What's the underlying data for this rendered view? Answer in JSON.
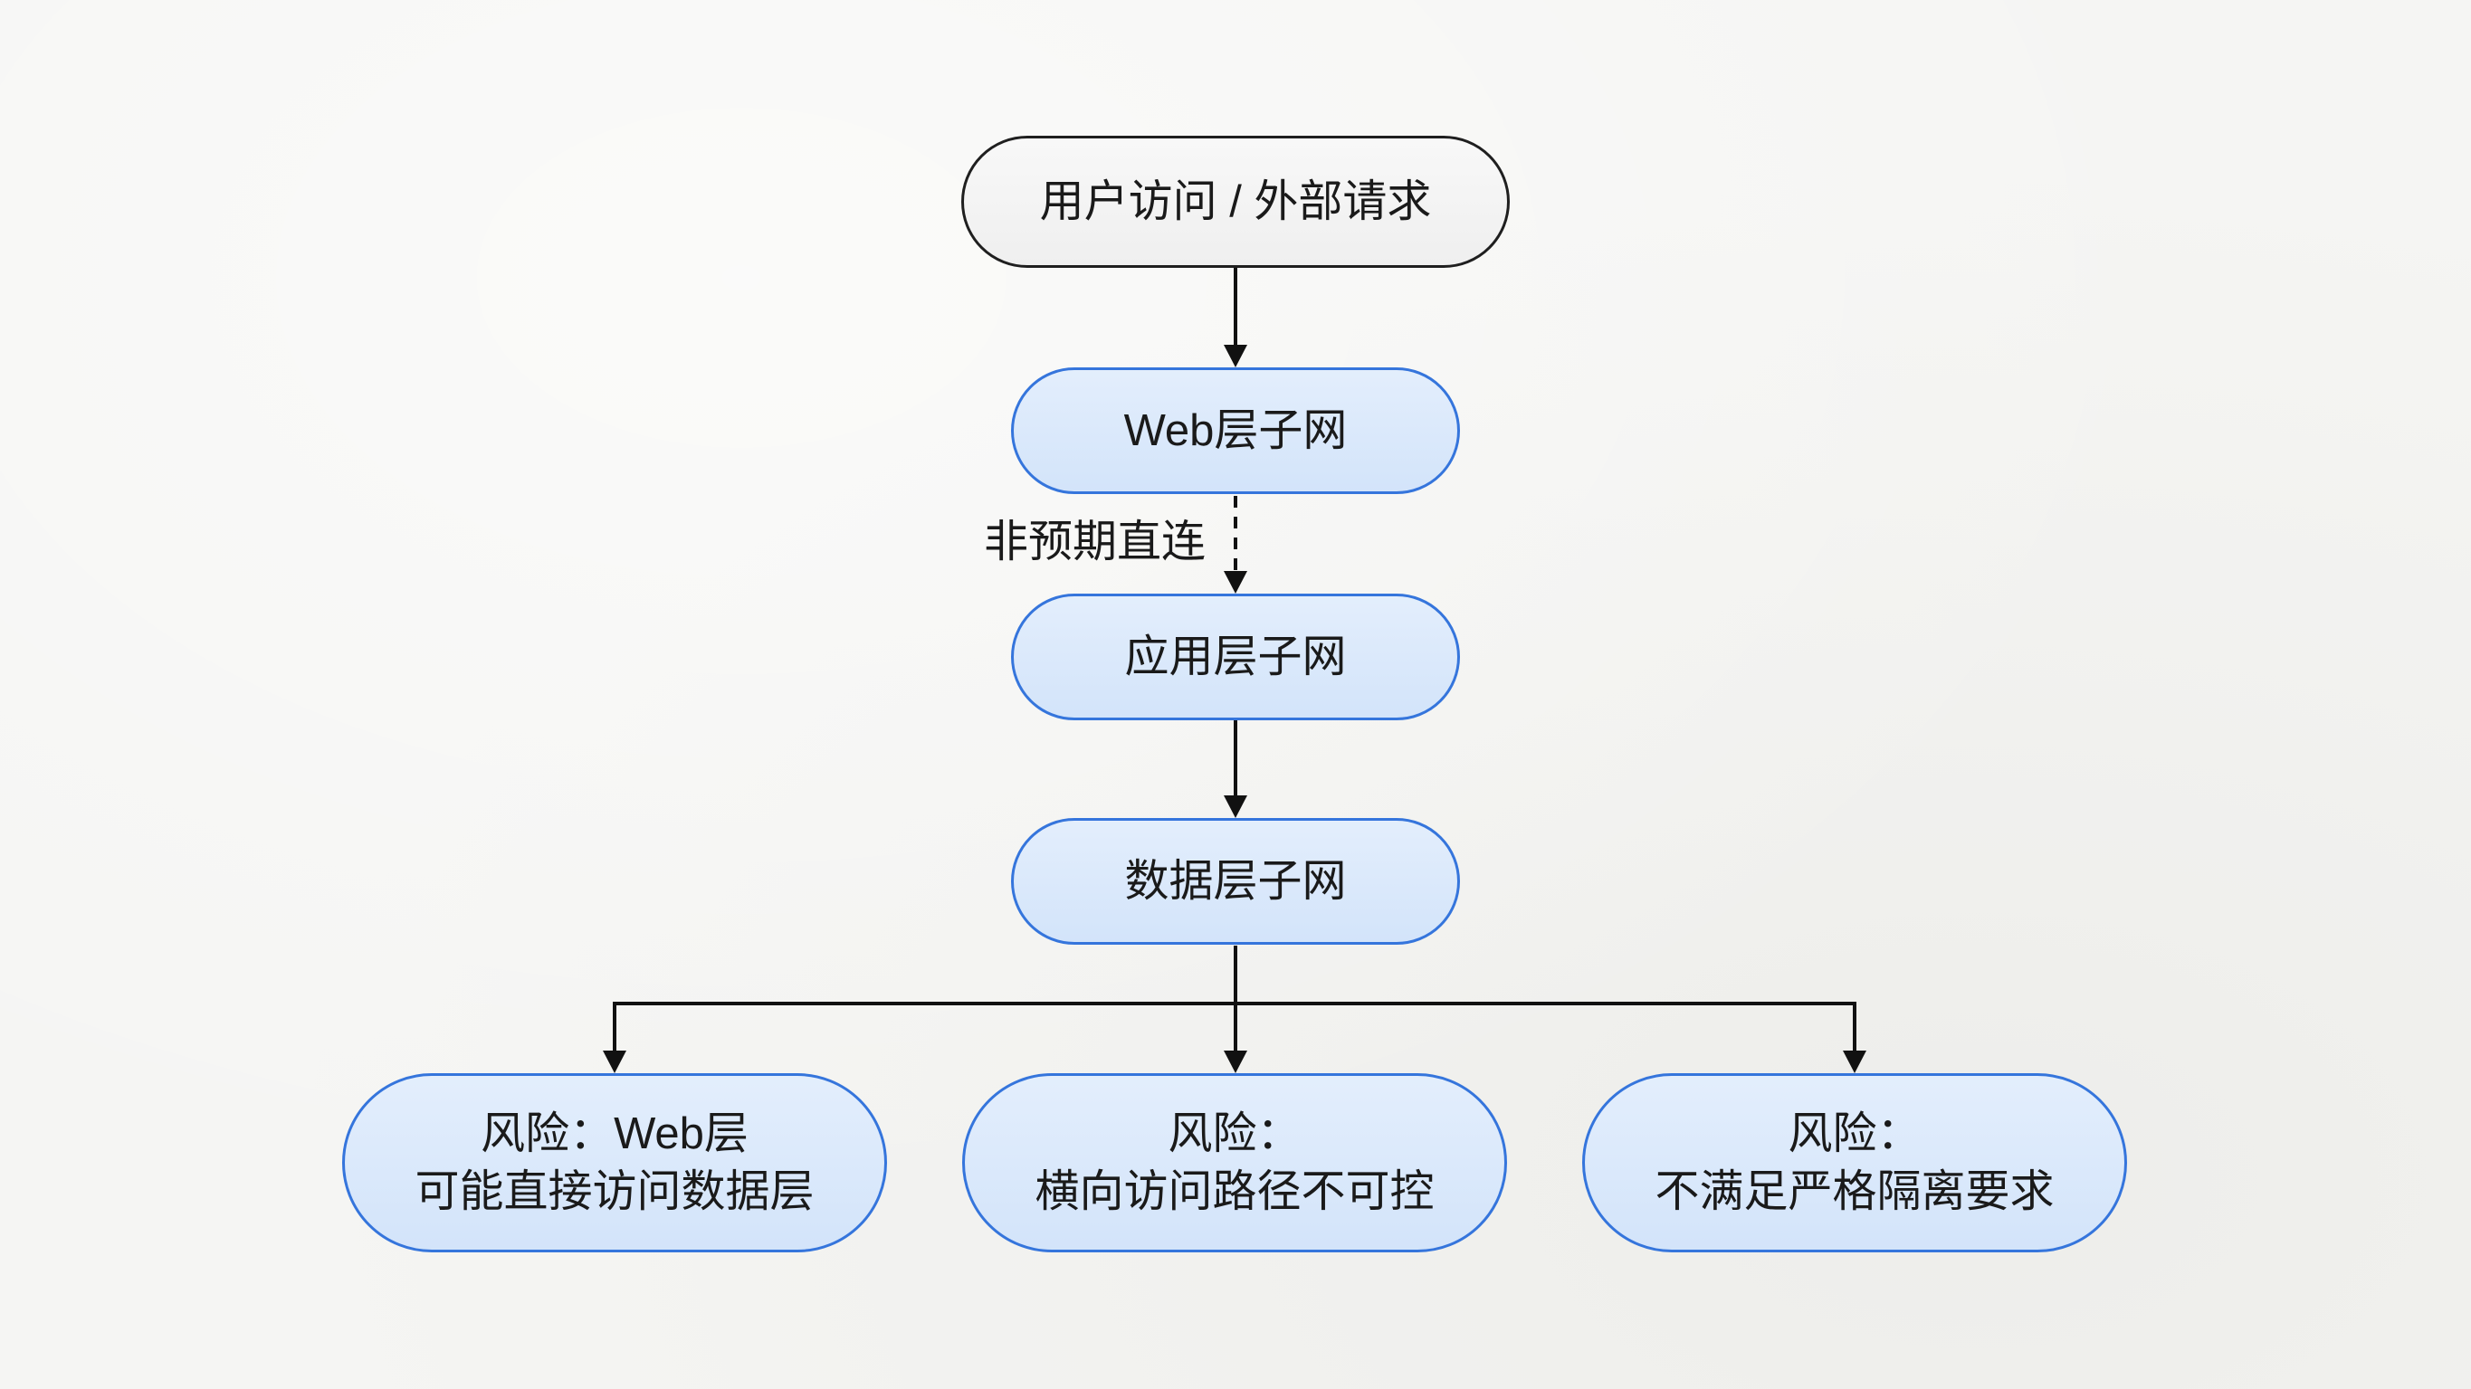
{
  "nodes": {
    "source": "用户访问 / 外部请求",
    "web_subnet": "Web层子网",
    "app_subnet": "应用层子网",
    "data_subnet": "数据层子网",
    "risks": [
      {
        "line1": "风险：Web层",
        "line2": "可能直接访问数据层"
      },
      {
        "line1": "风险：",
        "line2": "横向访问路径不可控"
      },
      {
        "line1": "风险：",
        "line2": "不满足严格隔离要求"
      }
    ]
  },
  "edges": {
    "unexpected_direct_label": "非预期直连"
  },
  "colors": {
    "background": "#f6f6f4",
    "source_fill": "#f3f3f3",
    "source_border": "#1f1f1f",
    "subnet_fill": "#d8e7fb",
    "subnet_border": "#3575dc",
    "connector": "#111111"
  }
}
